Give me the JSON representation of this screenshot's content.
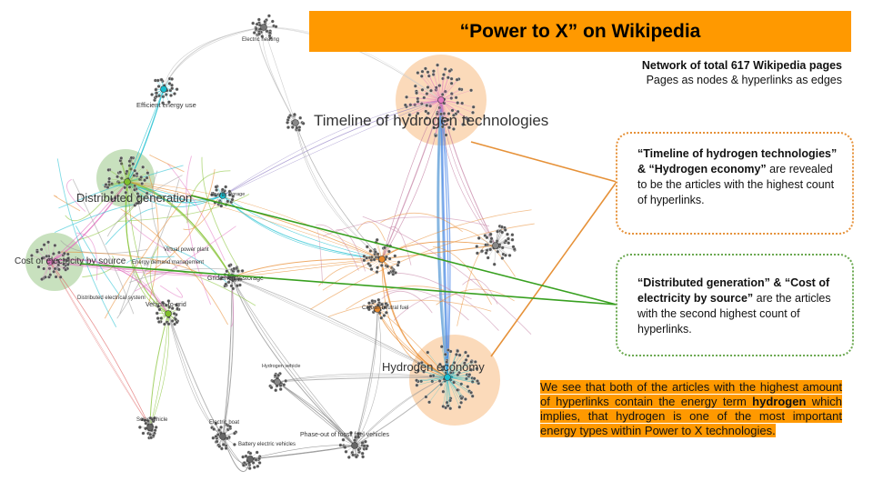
{
  "title": "“Power to X” on Wikipedia",
  "subtitle": {
    "line1": "Network of total 617 Wikipedia pages",
    "line2": "Pages as nodes & hyperlinks as edges"
  },
  "callout1": {
    "bold1": "“Timeline of hydrogen technologies” & “Hydrogen economy”",
    "rest": " are revealed to be the articles with the highest count of hyperlinks."
  },
  "callout2": {
    "bold1": "“Distributed generation” & “Cost of electricity by source”",
    "rest": " are the articles with the second highest count of hyperlinks."
  },
  "conclusion": {
    "part1": "We see that both of the articles with the highest amount of hyperlinks contain the energy term ",
    "bold": "hydrogen",
    "part2": " which implies, that hydrogen is one of the most important energy types within Power to X technologies."
  },
  "graph_labels": {
    "timeline": "Timeline of hydrogen technologies",
    "hydrogen_economy": "Hydrogen economy",
    "distributed_generation": "Distributed generation",
    "cost_of_electricity": "Cost of electricity by source",
    "efficient_energy_use": "Efficient energy use",
    "electric_heating": "Electric heating",
    "grid_energy_storage": "Grid energy storage",
    "vehicle_to_grid": "Vehicle-to-grid",
    "virtual_power_plant": "Virtual power plant",
    "energy_demand_management": "Energy demand management",
    "distributed_electrical_system": "Distributed electrical system",
    "carbon_neutral_fuel": "Carbon-neutral fuel",
    "solar_vehicle": "Solar vehicle",
    "electric_boat": "Electric boat",
    "battery_electric_vehicle": "Battery electric vehicles",
    "phase_out": "Phase-out of fossil fuel vehicles",
    "hydrogen_vehicle": "Hydrogen vehicle",
    "energy_storage": "Energy storage"
  },
  "colors": {
    "title_bg": "#ff9900",
    "callout1_border": "#e69138",
    "callout2_border": "#6aa84f",
    "pink_cluster": "#e377c2",
    "teal_cluster": "#17becf",
    "green_cluster": "#7fbf2a",
    "orange_cluster": "#e8892b",
    "gray_cluster": "#666666"
  }
}
